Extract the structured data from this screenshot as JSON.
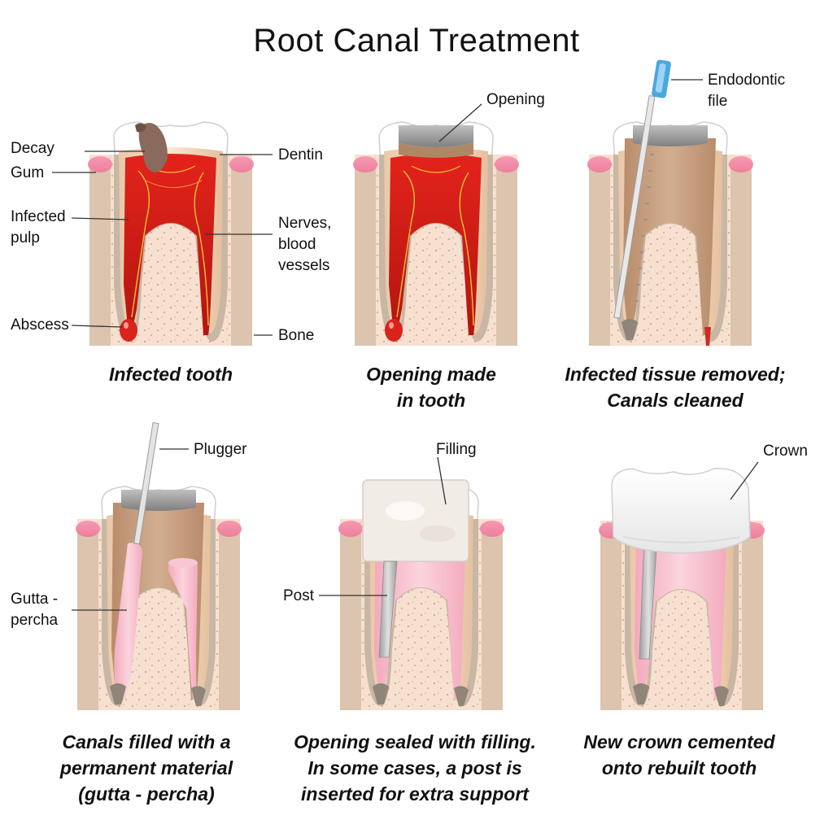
{
  "title": "Root Canal Treatment",
  "palette": {
    "bone": "#f7e0cf",
    "bone_dots": "#b99e8b",
    "gum": "#f28ca6",
    "enamel": "#ffffff",
    "dentin": "#f5dcc3",
    "pulp_infected": "#e5261e",
    "pulp_clean": "#c9a487",
    "gutta_percha": "#f6c0cf",
    "filling_metal": "#9b9b9b",
    "tool_blue": "#4aa8e0"
  },
  "panels": [
    {
      "id": "infected",
      "caption": [
        "Infected tooth"
      ],
      "labels": {
        "decay": "Decay",
        "gum": "Gum",
        "infected_pulp_1": "Infected",
        "infected_pulp_2": "pulp",
        "abscess": "Abscess",
        "dentin": "Dentin",
        "nerves_1": "Nerves,",
        "nerves_2": "blood",
        "nerves_3": "vessels",
        "bone": "Bone"
      }
    },
    {
      "id": "opening",
      "caption": [
        "Opening made",
        "in tooth"
      ],
      "labels": {
        "opening": "Opening"
      }
    },
    {
      "id": "cleaned",
      "caption": [
        "Infected tissue removed;",
        "Canals cleaned"
      ],
      "labels": {
        "file_1": "Endodontic",
        "file_2": "file"
      }
    },
    {
      "id": "filled",
      "caption": [
        "Canals filled with a",
        "permanent material",
        "(gutta - percha)"
      ],
      "labels": {
        "plugger": "Plugger",
        "gutta_1": "Gutta -",
        "gutta_2": "percha"
      }
    },
    {
      "id": "sealed",
      "caption": [
        "Opening sealed with filling.",
        "In some cases, a post is",
        "inserted for extra support"
      ],
      "labels": {
        "filling": "Filling",
        "post": "Post"
      }
    },
    {
      "id": "crowned",
      "caption": [
        "New crown cemented",
        "onto rebuilt tooth"
      ],
      "labels": {
        "crown": "Crown"
      }
    }
  ]
}
